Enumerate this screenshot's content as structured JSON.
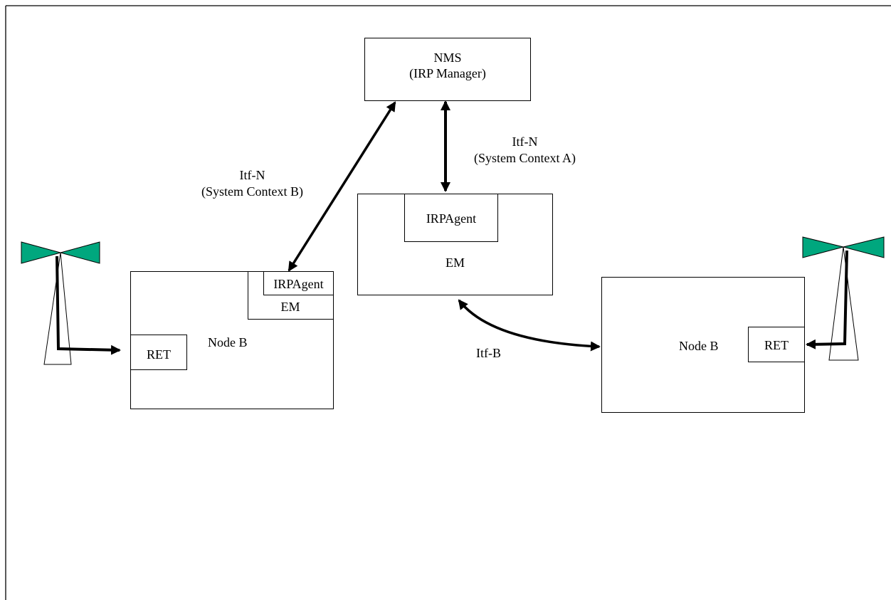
{
  "nms": {
    "line1": "NMS",
    "line2": "(IRP Manager)"
  },
  "em_center": {
    "agent": "IRPAgent",
    "label": "EM"
  },
  "node_left": {
    "label": "Node B",
    "agent": "IRPAgent",
    "em": "EM",
    "ret": "RET"
  },
  "node_right": {
    "label": "Node B",
    "ret": "RET"
  },
  "links": {
    "itf_n_a": {
      "line1": "Itf-N",
      "line2": "(System Context A)"
    },
    "itf_n_b": {
      "line1": "Itf-N",
      "line2": "(System Context B)"
    },
    "itf_b": "Itf-B"
  },
  "colors": {
    "antenna": "#00a77e",
    "stroke": "#000000"
  }
}
